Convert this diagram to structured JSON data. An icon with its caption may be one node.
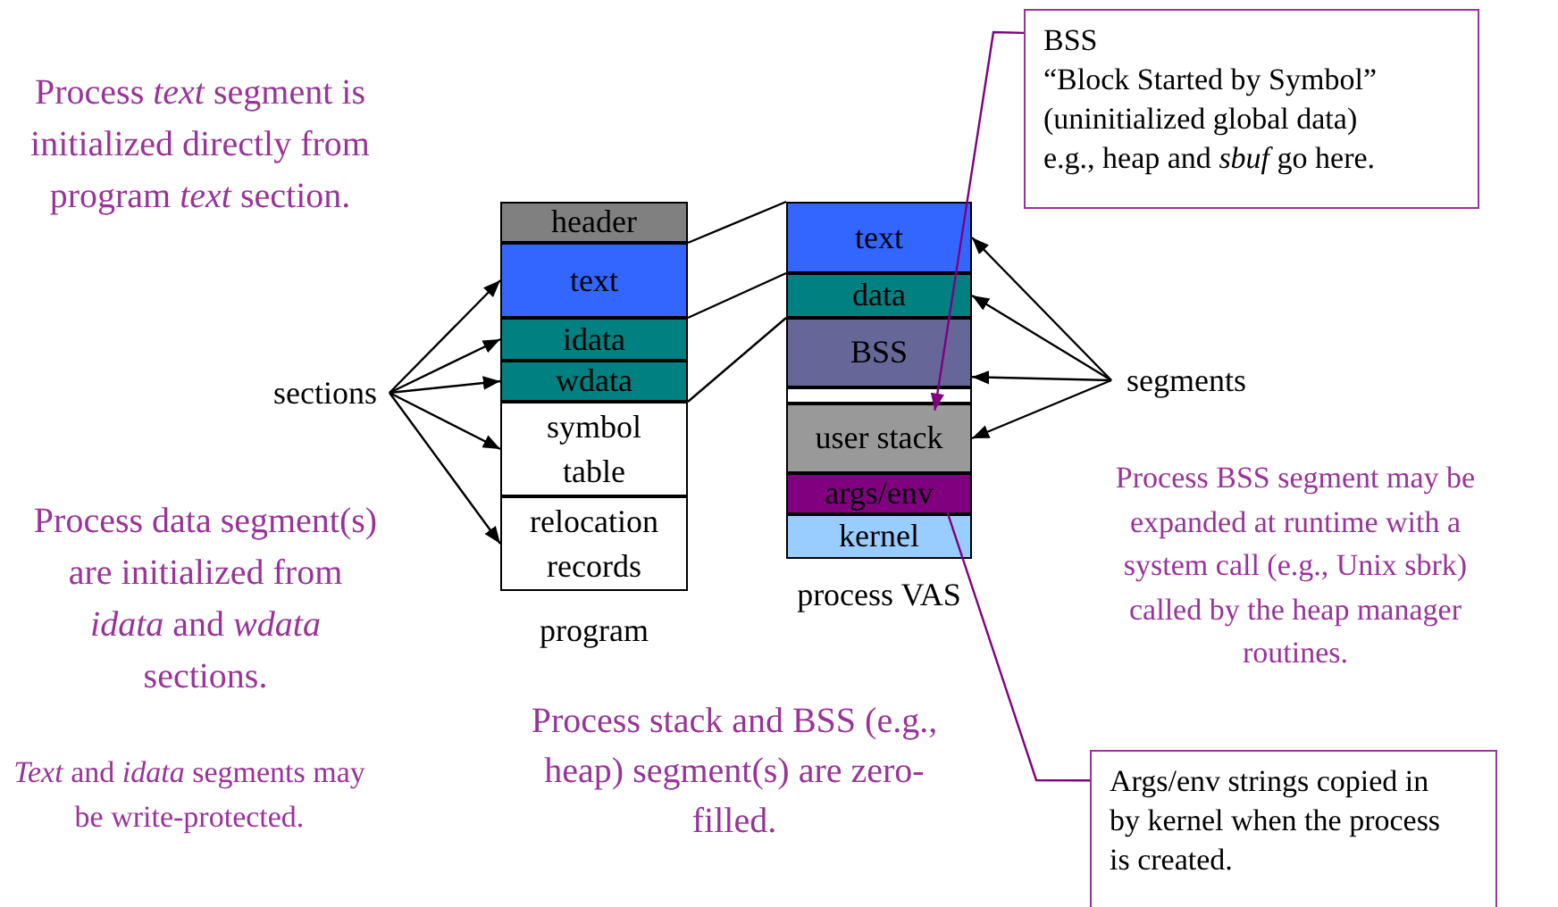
{
  "diagram": {
    "nodes": [
      {
        "text": [
          "header"
        ]
      },
      {
        "text": [
          "text"
        ]
      },
      {
        "text": [
          "idata"
        ]
      },
      {
        "text": [
          "wdata"
        ]
      },
      {
        "text": [
          "symbol table"
        ]
      },
      {
        "text": [
          "relocation records"
        ]
      },
      {
        "text": [
          "text"
        ]
      },
      {
        "text": [
          "data"
        ]
      },
      {
        "text": [
          "BSS"
        ]
      },
      {
        "text": [],
        "shape": "box"
      },
      {
        "text": [
          "user stack"
        ]
      },
      {
        "text": [
          "args/env"
        ]
      },
      {
        "text": [
          "kernel"
        ]
      },
      {
        "text": [
          "sections"
        ]
      },
      {
        "text": [
          "segments"
        ]
      },
      {
        "text": [
          "BSS",
          "“Block Started by Symbol”",
          "(uninitialized global data)",
          "e.g., heap and *sbuf* go here."
        ]
      },
      {
        "text": [
          "Args/env strings copied in by kernel when the process is created."
        ]
      }
    ],
    "edges": [
      {
        "from": 1,
        "to": 6,
        "arrow": "none"
      },
      {
        "from": 2,
        "to": 7,
        "arrow": "none"
      },
      {
        "from": 3,
        "to": 7,
        "arrow": "none"
      },
      {
        "from": 13,
        "to": 1,
        "arrow": "to"
      },
      {
        "from": 13,
        "to": 2,
        "arrow": "to"
      },
      {
        "from": 13,
        "to": 3,
        "arrow": "to"
      },
      {
        "from": 13,
        "to": 4,
        "arrow": "to"
      },
      {
        "from": 13,
        "to": 5,
        "arrow": "to"
      },
      {
        "from": 14,
        "to": 6,
        "arrow": "to"
      },
      {
        "from": 14,
        "to": 7,
        "arrow": "to"
      },
      {
        "from": 14,
        "to": 8,
        "arrow": "to"
      },
      {
        "from": 14,
        "to": 10,
        "arrow": "to"
      },
      {
        "from": 15,
        "to": 10,
        "arrow": "to",
        "color": "#800080"
      },
      {
        "from": 16,
        "to": 11,
        "arrow": "none",
        "color": "#800080"
      }
    ],
    "labels": [
      "Process *text* segment is initialized directly from program *text* section.",
      "program",
      "process VAS",
      "Process BSS segment may be expanded at runtime with a system call (e.g., Unix sbrk) called by the heap manager routines.",
      "Process data segment(s) are initialized from *idata* and *wdata* sections.",
      "Process stack and BSS (e.g., heap) segment(s) are zero-filled.",
      "*Text* and *idata* segments may be write-protected."
    ]
  }
}
